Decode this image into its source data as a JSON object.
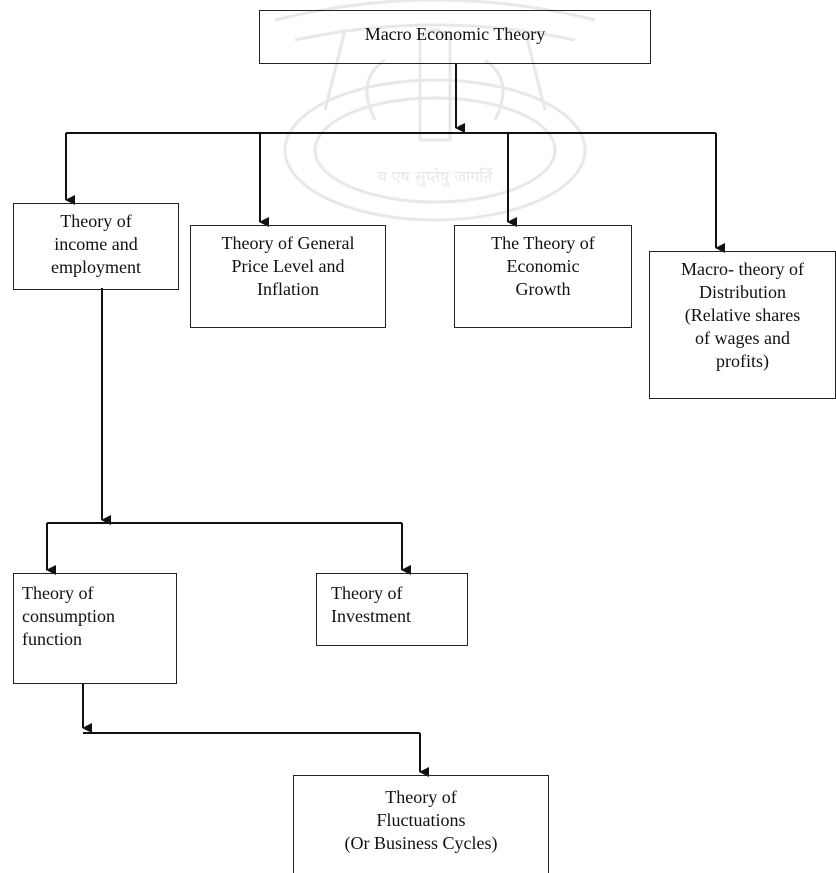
{
  "diagram": {
    "root": {
      "lines": [
        "Macro Economic Theory"
      ]
    },
    "level1": [
      {
        "lines": [
          "Theory of",
          "income and",
          "employment"
        ]
      },
      {
        "lines": [
          "Theory of General",
          "Price Level and",
          "Inflation"
        ]
      },
      {
        "lines": [
          "The Theory of",
          "Economic",
          "Growth"
        ]
      },
      {
        "lines": [
          "Macro- theory of",
          "Distribution",
          "(Relative shares",
          "of wages and",
          "profits)"
        ]
      }
    ],
    "level2": [
      {
        "lines": [
          "Theory of",
          "consumption",
          "function"
        ]
      },
      {
        "lines": [
          "Theory of",
          "Investment"
        ]
      }
    ],
    "level3": [
      {
        "lines": [
          "Theory of",
          "Fluctuations",
          "(Or Business Cycles)"
        ]
      }
    ],
    "watermark": {
      "icon": "emblem-watermark-icon",
      "motto": "य एष सुप्तेषु जागर्ति"
    }
  }
}
